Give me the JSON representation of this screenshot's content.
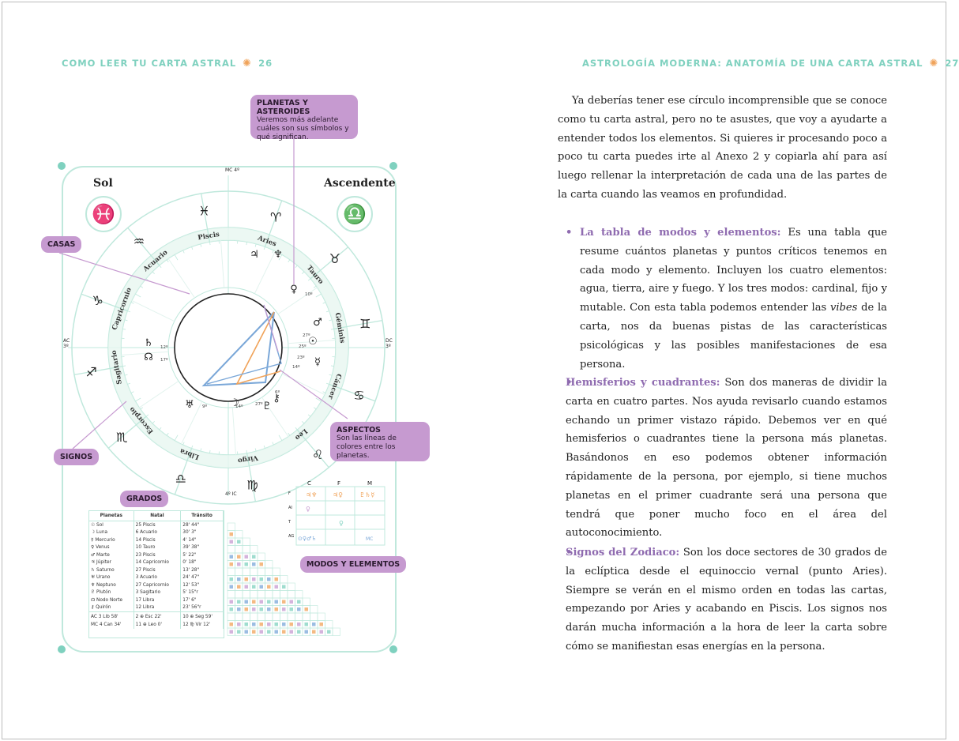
{
  "left_page": {
    "running_head": "COMO LEER TU CARTA ASTRAL",
    "page_number": "26",
    "chart": {
      "sun_label": "Sol",
      "sun_glyph": "♓",
      "asc_label": "Ascendente",
      "asc_glyph": "♎",
      "mc_label": "MC",
      "mc_degree": "4º",
      "ic_label": "IC",
      "ic_degree": "4º",
      "ac_label": "AC",
      "ac_degree": "3º",
      "dc_label": "DC",
      "dc_degree": "3º",
      "sign_names": [
        "Aries",
        "Tauro",
        "Géminis",
        "Cáncer",
        "Leo",
        "Virgo",
        "Libra",
        "Escorpio",
        "Sagitario",
        "Capricornio",
        "Acuario",
        "Piscis"
      ],
      "sign_glyphs": [
        "♈",
        "♉",
        "♊",
        "♋",
        "♌",
        "♍",
        "♎",
        "♏",
        "♐",
        "♑",
        "♒",
        "♓"
      ],
      "planet_glyphs": [
        "♃",
        "♆",
        "♀",
        "♄",
        "☉",
        "♂",
        "☿",
        "♅",
        "⚷",
        "♇",
        "☊",
        "☽"
      ],
      "planet_degrees": [
        "10º",
        "27º",
        "25º",
        "23º",
        "14º",
        "12º",
        "17º",
        "6º",
        "27º",
        "14º",
        "9º"
      ]
    },
    "callouts": {
      "planetas": {
        "title": "PLANETAS Y ASTEROIDES",
        "body": "Veremos más adelante cuáles son sus símbolos y qué significan."
      },
      "casas": "CASAS",
      "aspectos": {
        "title": "ASPECTOS",
        "body": "Son las líneas de colores entre los planetas."
      },
      "signos": "SIGNOS",
      "grados": "GRADOS",
      "modos": "MODOS Y ELEMENTOS"
    },
    "grados_table": {
      "headers": [
        "Planetas",
        "Natal",
        "Tránsito"
      ],
      "rows": [
        [
          "☉ Sol",
          "25 Piscis",
          "28' 44\""
        ],
        [
          "☽ Luna",
          "6 Acuario",
          "30' 3\""
        ],
        [
          "☿ Mercurio",
          "14 Piscis",
          "4' 14\""
        ],
        [
          "♀ Venus",
          "10 Tauro",
          "39' 38\""
        ],
        [
          "♂ Marte",
          "23 Piscis",
          "5' 22\""
        ],
        [
          "♃ Júpiter",
          "14 Capricornio",
          "0' 18\""
        ],
        [
          "♄ Saturno",
          "27 Piscis",
          "13' 28\""
        ],
        [
          "♅ Urano",
          "3 Acuario",
          "24' 47\""
        ],
        [
          "♆ Neptuno",
          "27 Capricornio",
          "12' 53\""
        ],
        [
          "♇ Plutón",
          "3 Sagitario",
          "5' 15\"r"
        ],
        [
          "☊ Nodo Norte",
          "17 Libra",
          "17' 6\""
        ],
        [
          "⚷ Quirón",
          "12 Libra",
          "23' 56\"r"
        ]
      ],
      "footer": [
        [
          "AC 3 Lib 58'",
          "2 ⊕ Esc 22'",
          "10 ⊕ Seg 59'"
        ],
        [
          "MC 4 Can 34'",
          "11 ⊕ Leo 0'",
          "12 ♍ Vir 12'"
        ]
      ]
    },
    "modes_table": {
      "col_headers": [
        "C",
        "F",
        "M"
      ],
      "row_headers": [
        "F",
        "AI",
        "T",
        "AG"
      ]
    }
  },
  "right_page": {
    "running_head": "ASTROLOGÍA MODERNA: ANATOMÍA DE UNA CARTA ASTRAL",
    "page_number": "27",
    "intro": "Ya deberías tener ese círculo incomprensible que se conoce como tu carta astral, pero no te asustes, que voy a ayudarte a entender todos los elementos. Si quieres ir procesando poco a poco tu carta puedes irte al Anexo 2 y copiarla ahí para así luego rellenar la interpretación de cada una de las partes de la carta cuando las veamos en profundidad.",
    "bullets": [
      {
        "keyword": "La tabla de modos y elementos:",
        "text_a": " Es una tabla que resume cuántos planetas y puntos críticos tenemos en cada modo y elemento. Incluyen los cuatro elementos: agua, tierra, aire y fuego. Y los tres modos: cardinal, fijo y mutable. Con esta tabla podemos entender las ",
        "emph": "vibes",
        "text_b": " de la carta, nos da buenas pistas de las características psicológicas y las posibles manifestaciones de esa persona."
      },
      {
        "keyword": "Hemisferios y cuadrantes:",
        "text_a": " Son dos maneras de dividir la carta en cuatro partes. Nos ayuda revisarlo cuando estamos echando un primer vistazo rápido. Debemos ver en qué hemisferios o cuadrantes tiene la persona más planetas. Basándonos en eso podemos obtener información rápidamente de la persona, por ejemplo, si tiene muchos planetas en el primer cuadrante será una persona que tendrá que poner mucho foco en el área del autoconocimiento.",
        "emph": "",
        "text_b": ""
      },
      {
        "keyword": "Signos del Zodiaco:",
        "text_a": " Son los doce sectores de 30 grados de la eclíptica desde el equinoccio vernal (punto Aries). Siempre se verán en el mismo orden en todas las cartas, empezando por Aries y acabando en Piscis. Los signos nos darán mucha información a la hora de leer la carta sobre cómo se manifiestan esas energías en la persona.",
        "emph": "",
        "text_b": ""
      }
    ],
    "bullet_mark": "•"
  },
  "colors": {
    "mint": "#bfe8dc",
    "mint_dark": "#7fd1bf",
    "lilac": "#c69ad0",
    "purple_text": "#8f6bb0",
    "orange": "#f0a35a",
    "aspect_blue": "#7aa7d8",
    "aspect_orange": "#f0a35a"
  }
}
